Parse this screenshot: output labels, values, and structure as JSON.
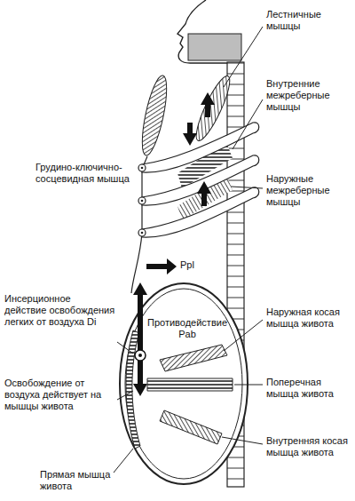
{
  "diagram": {
    "labels": [
      "Лестничные мышцы",
      "Грудино-ключично-сосцевидная мышца",
      "Внутренние межреберные мышцы",
      "Наружные межреберные мышцы",
      "Ppl",
      "Инсерционное действие освобождения легких от воздуха Di",
      "Противодействие Pab",
      "Наружная косая мышца живота",
      "Поперечная мышца живота",
      "Освобождение от воздуха действует на мышцы живота",
      "Внутренняя косая мышца живота",
      "Прямая мышца живота"
    ]
  }
}
